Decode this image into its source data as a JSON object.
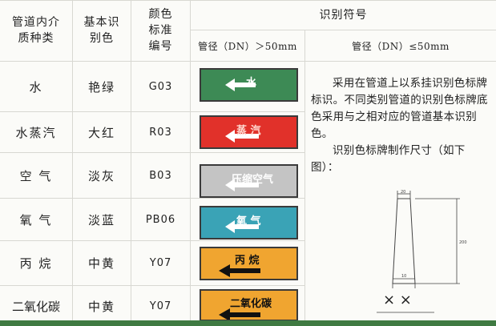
{
  "header": {
    "col_medium": "管道内介质种类",
    "col_basic_color": "基本识别色",
    "col_color_code": "颜色标准编号",
    "col_symbol": "识别符号",
    "sub_large": "管径（DN）＞50mm",
    "sub_small": "管径（DN）≤50mm"
  },
  "rows": [
    {
      "medium": "水",
      "color": "艳绿",
      "code": "G03",
      "plate_label": "水",
      "plate_color": "#3d8a55",
      "label_color": "#ffffff"
    },
    {
      "medium": "水蒸汽",
      "color": "大红",
      "code": "R03",
      "plate_label": "蒸 汽",
      "plate_color": "#e1312a",
      "label_color": "#ffffff"
    },
    {
      "medium": "空 气",
      "color": "淡灰",
      "code": "B03",
      "plate_label": "压缩空气",
      "plate_color": "#c4c4c4",
      "label_color": "#ffffff"
    },
    {
      "medium": "氧 气",
      "color": "淡蓝",
      "code": "PB06",
      "plate_label": "氧 气",
      "plate_color": "#3aa3b6",
      "label_color": "#ffffff"
    },
    {
      "medium": "丙 烷",
      "color": "中黄",
      "code": "Y07",
      "plate_label": "丙 烷",
      "plate_color": "#f0a530",
      "label_color": "#111111"
    },
    {
      "medium": "二氧化碳",
      "color": "中黄",
      "code": "Y07",
      "plate_label": "二氧化碳",
      "plate_color": "#f0a530",
      "label_color": "#111111"
    }
  ],
  "description": {
    "para1": "采用在管道上以系挂识别色标牌标识。不同类别管道的识别色标牌底色采用与之相对应的管道基本识别色。",
    "para2": "识别色标牌制作尺寸（如下图）：",
    "dim_top": "20",
    "dim_side": "200",
    "dim_bottom": "10",
    "marks": "× ×"
  }
}
